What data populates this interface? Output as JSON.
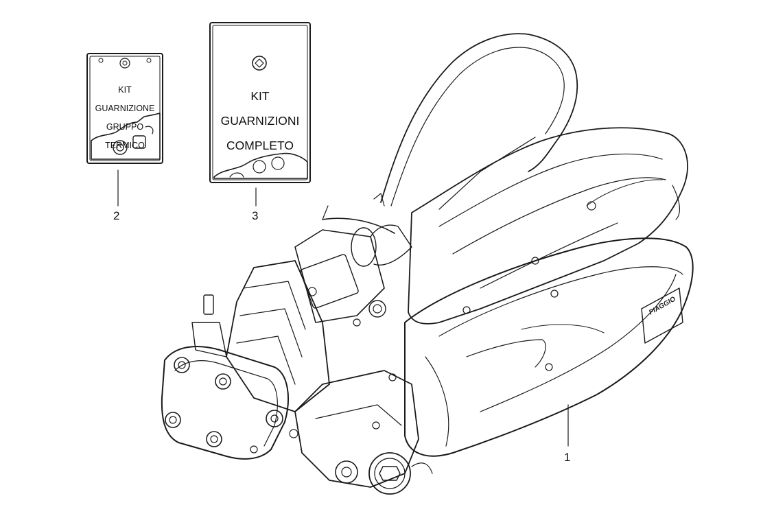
{
  "callouts": [
    {
      "id": "1",
      "label": "1"
    },
    {
      "id": "2",
      "label": "2"
    },
    {
      "id": "3",
      "label": "3"
    }
  ],
  "kit_small": {
    "lines": [
      "KIT",
      "GUARNIZIONE",
      "GRUPPO",
      "TERMICO"
    ]
  },
  "kit_large": {
    "lines": [
      "KIT",
      "GUARNIZIONI",
      "COMPLETO"
    ]
  },
  "engine_logo": "PIAGGIO",
  "colors": {
    "line": "#1a1a1a",
    "background": "#ffffff",
    "accent": "#3a3a3a"
  }
}
